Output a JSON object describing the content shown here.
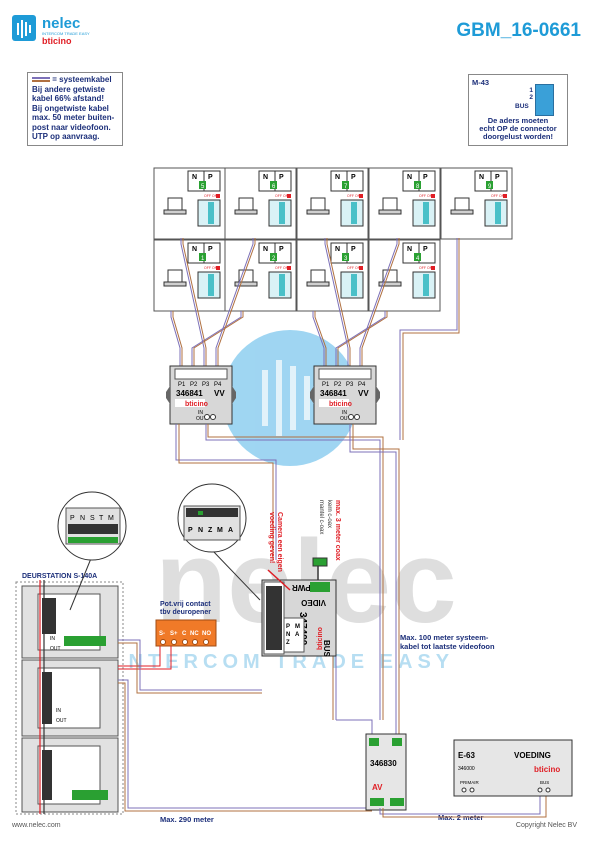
{
  "header": {
    "brand": "nelec",
    "brand_sub": "INTERCOM TRADE EASY",
    "partner": "bticino",
    "doc_id": "GBM_16-0661"
  },
  "note_box": {
    "legend": "systeemkabel",
    "lines": [
      "Bij andere getwiste",
      "kabel 66% afstand!",
      "Bij ongetwiste kabel",
      "max. 50 meter buiten-",
      "post naar videofoon.",
      "UTP op aanvraag."
    ]
  },
  "m43": {
    "title": "M-43",
    "pins": [
      "1",
      "2",
      "BUS"
    ],
    "note": [
      "De aders moeten",
      "echt OP de connector",
      "doorgelust worden!"
    ]
  },
  "monitors": {
    "np": [
      "N",
      "P"
    ],
    "numbers_top": [
      "5",
      "6",
      "7",
      "8",
      "9"
    ],
    "numbers_bottom": [
      "1",
      "2",
      "3",
      "4"
    ],
    "switch": "OFF ON"
  },
  "distributors": [
    {
      "model": "346841",
      "ports": [
        "P1",
        "P2",
        "P3",
        "P4"
      ],
      "vv": "VV",
      "inout": [
        "IN",
        "OUT"
      ],
      "brand": "bticino"
    },
    {
      "model": "346841",
      "ports": [
        "P1",
        "P2",
        "P3",
        "P4"
      ],
      "vv": "VV",
      "inout": [
        "IN",
        "OUT"
      ],
      "brand": "bticino"
    }
  ],
  "door_station": {
    "title": "DEURSTATION S-140A",
    "terminals": [
      "P",
      "N",
      "S",
      "T",
      "M"
    ],
    "terminals2": [
      "P",
      "N",
      "Z",
      "M",
      "A"
    ],
    "in": "IN",
    "out": "OUT"
  },
  "relay": {
    "title": [
      "Pot.vrij contact",
      "tbv deuropener"
    ],
    "terminals": [
      "S-",
      "S+",
      "C",
      "NC",
      "NO"
    ]
  },
  "interface": {
    "model": "347400",
    "video": "VIDEO",
    "pwr": "PWR",
    "bus": "BUS",
    "terms": [
      "P",
      "N",
      "Z",
      "M",
      "A"
    ],
    "brand": "bticino"
  },
  "annotations": {
    "camera": [
      "Camera een eigen",
      "voeding geven!"
    ],
    "coax": [
      "max. 3 meter coax",
      "kern c-oax",
      "mantel c-oax"
    ],
    "max100": [
      "Max. 100 meter systeem-",
      "kabel tot laatste videofoon"
    ],
    "max290": "Max. 290 meter",
    "max2": "Max. 2 meter"
  },
  "power_module": {
    "model": "346830",
    "av": "AV"
  },
  "supply": {
    "model": "E-63",
    "label": "VOEDING",
    "code": "346000",
    "primair": "PRIMAIR",
    "bus": "BUS",
    "brand": "bticino"
  },
  "footer": {
    "url": "www.nelec.com",
    "copyright": "Copyright Nelec BV"
  },
  "colors": {
    "accent": "#1e9bd7",
    "red": "#e01e25",
    "orange": "#f07a28",
    "wire_purple": "#7c70b8",
    "wire_brown": "#b07040"
  }
}
